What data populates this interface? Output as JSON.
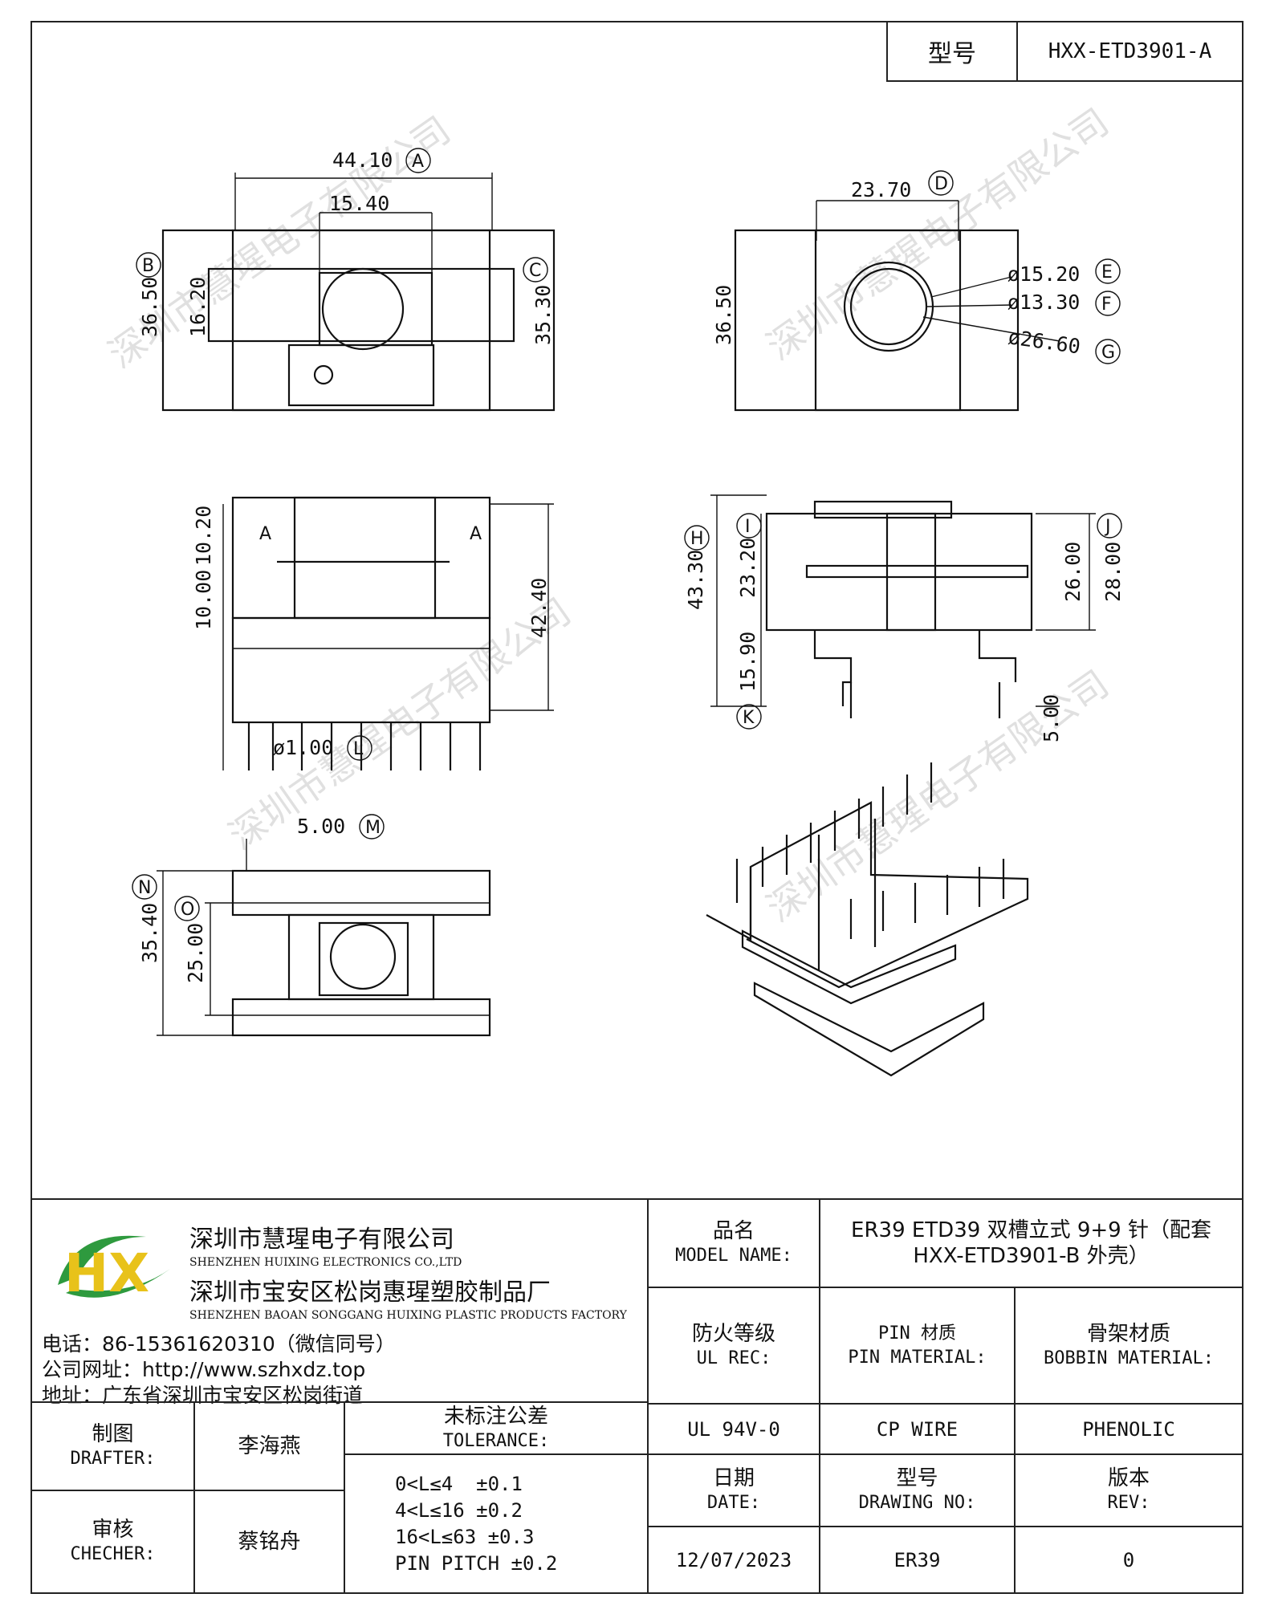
{
  "header": {
    "model_label": "型号",
    "model_value": "HXX-ETD3901-A"
  },
  "dimensions": {
    "a": "44.10",
    "a_tag": "A",
    "inner_w": "15.40",
    "b": "36.50",
    "b_tag": "B",
    "h1": "16.20",
    "c": "35.30",
    "c_tag": "C",
    "d": "23.70",
    "d_tag": "D",
    "h2": "36.50",
    "e": "ø15.20",
    "e_tag": "E",
    "f": "ø13.30",
    "f_tag": "F",
    "g": "ø26.60",
    "g_tag": "G",
    "s1": "10.20",
    "s2": "10.00",
    "s3": "42.40",
    "pin_d": "ø1.00",
    "l_tag": "L",
    "h_total": "43.30",
    "h_tag": "H",
    "i_val": "23.20",
    "i_tag": "I",
    "k_val": "15.90",
    "k_tag": "K",
    "w26": "26.00",
    "w28": "28.00",
    "j_tag": "J",
    "p5": "5.00",
    "m_val": "5.00",
    "m_tag": "M",
    "n_val": "35.40",
    "n_tag": "N",
    "o_val": "25.00",
    "o_tag": "O",
    "arrow_a1": "A",
    "arrow_a2": "A"
  },
  "watermark": "深圳市慧瑆电子有限公司",
  "company": {
    "name1": "深圳市慧瑆电子有限公司",
    "name1_en": "SHENZHEN HUIXING ELECTRONICS CO.,LTD",
    "name2": "深圳市宝安区松岗惠瑆塑胶制品厂",
    "name2_en": "SHENZHEN BAOAN SONGGANG HUIXING PLASTIC PRODUCTS FACTORY",
    "phone": "电话：86-15361620310（微信同号）",
    "web": "公司网址：http://www.szhxdz.top",
    "addr": "地址：广东省深圳市宝安区松岗街道",
    "logo_text": "HX",
    "logo_colors": {
      "green": "#2e9a3e",
      "yellow": "#e8c21a"
    }
  },
  "title_block": {
    "model_name_zh": "品名",
    "model_name_en": "MODEL NAME:",
    "model_name_val1": "ER39 ETD39 双槽立式 9+9 针（配套",
    "model_name_val2": "HXX-ETD3901-B 外壳）",
    "ul_zh": "防火等级",
    "ul_en": "UL REC:",
    "pin_zh": "PIN 材质",
    "pin_en": "PIN MATERIAL:",
    "bobbin_zh": "骨架材质",
    "bobbin_en": "BOBBIN MATERIAL:",
    "ul_val": "UL 94V-0",
    "pin_val": "CP WIRE",
    "bobbin_val": "PHENOLIC",
    "drafter_zh": "制图",
    "drafter_en": "DRAFTER:",
    "drafter_val": "李海燕",
    "checker_zh": "审核",
    "checker_en": "CHECHER:",
    "checker_val": "蔡铭舟",
    "tol_zh": "未标注公差",
    "tol_en": "TOLERANCE:",
    "tol_lines": [
      "0<L≤4  ±0.1",
      "4<L≤16 ±0.2",
      "16<L≤63 ±0.3",
      "PIN PITCH ±0.2"
    ],
    "date_zh": "日期",
    "date_en": "DATE:",
    "date_val": "12/07/2023",
    "dwg_zh": "型号",
    "dwg_en": "DRAWING NO:",
    "dwg_val": "ER39",
    "rev_zh": "版本",
    "rev_en": "REV:",
    "rev_val": "0"
  }
}
